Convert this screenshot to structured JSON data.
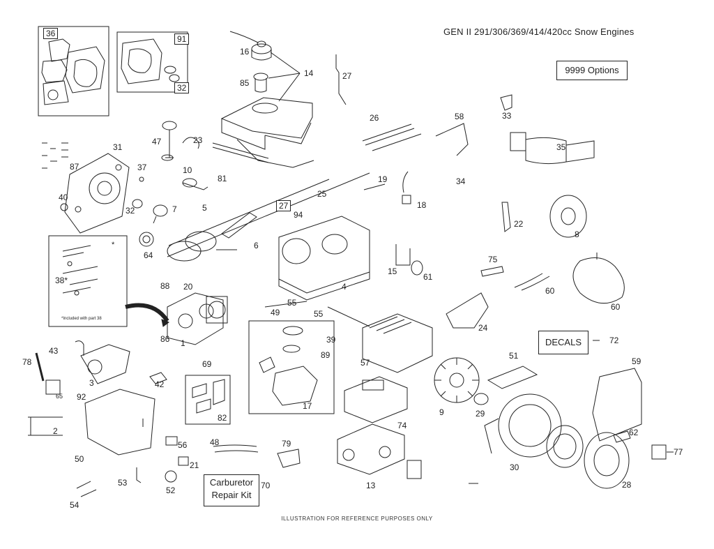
{
  "title": "GEN II 291/306/369/414/420cc Snow Engines",
  "footer": "ILLUSTRATION FOR REFERENCE PURPOSES ONLY",
  "labels": {
    "options": "9999  Options",
    "decals": "DECALS",
    "carb_line1": "Carburetor",
    "carb_line2": "Repair Kit"
  },
  "notes": {
    "included_with_38": "*Included with part 38",
    "star": "*"
  },
  "callouts": {
    "c36": "36",
    "c91": "91",
    "c32a": "32",
    "c16": "16",
    "c85": "85",
    "c14": "14",
    "c27a": "27",
    "c31": "31",
    "c87": "87",
    "c47": "47",
    "c23": "23",
    "c37": "37",
    "c10": "10",
    "c81": "81",
    "c40": "40",
    "c32b": "32",
    "c7": "7",
    "c5": "5",
    "c26": "26",
    "c58": "58",
    "c33": "33",
    "c35": "35",
    "c19": "19",
    "c34": "34",
    "c18": "18",
    "c25": "25",
    "c27b": "27",
    "c94": "94",
    "c6": "6",
    "c64": "64",
    "c38": "38*",
    "c88": "88",
    "c20": "20",
    "c22": "22",
    "c8": "8",
    "c15": "15",
    "c61": "61",
    "c75": "75",
    "c60a": "60",
    "c60b": "60",
    "c4": "4",
    "c49": "49",
    "c55a": "55",
    "c55b": "55",
    "c24": "24",
    "c72": "72",
    "c1": "1",
    "c86": "86",
    "c43": "43",
    "c39": "39",
    "c89": "89",
    "c57": "57",
    "c51": "51",
    "c59": "59",
    "c78": "78",
    "c3": "3",
    "c69": "69",
    "c42": "42",
    "c65": "65",
    "c92": "92",
    "c9": "9",
    "c29": "29",
    "c2": "2",
    "c82": "82",
    "c17": "17",
    "c74": "74",
    "c62": "62",
    "c77": "77",
    "c48": "48",
    "c79": "79",
    "c56": "56",
    "c50": "50",
    "c21": "21",
    "c30": "30",
    "c53": "53",
    "c52": "52",
    "c13": "13",
    "c70": "70",
    "c28": "28",
    "c54": "54"
  }
}
